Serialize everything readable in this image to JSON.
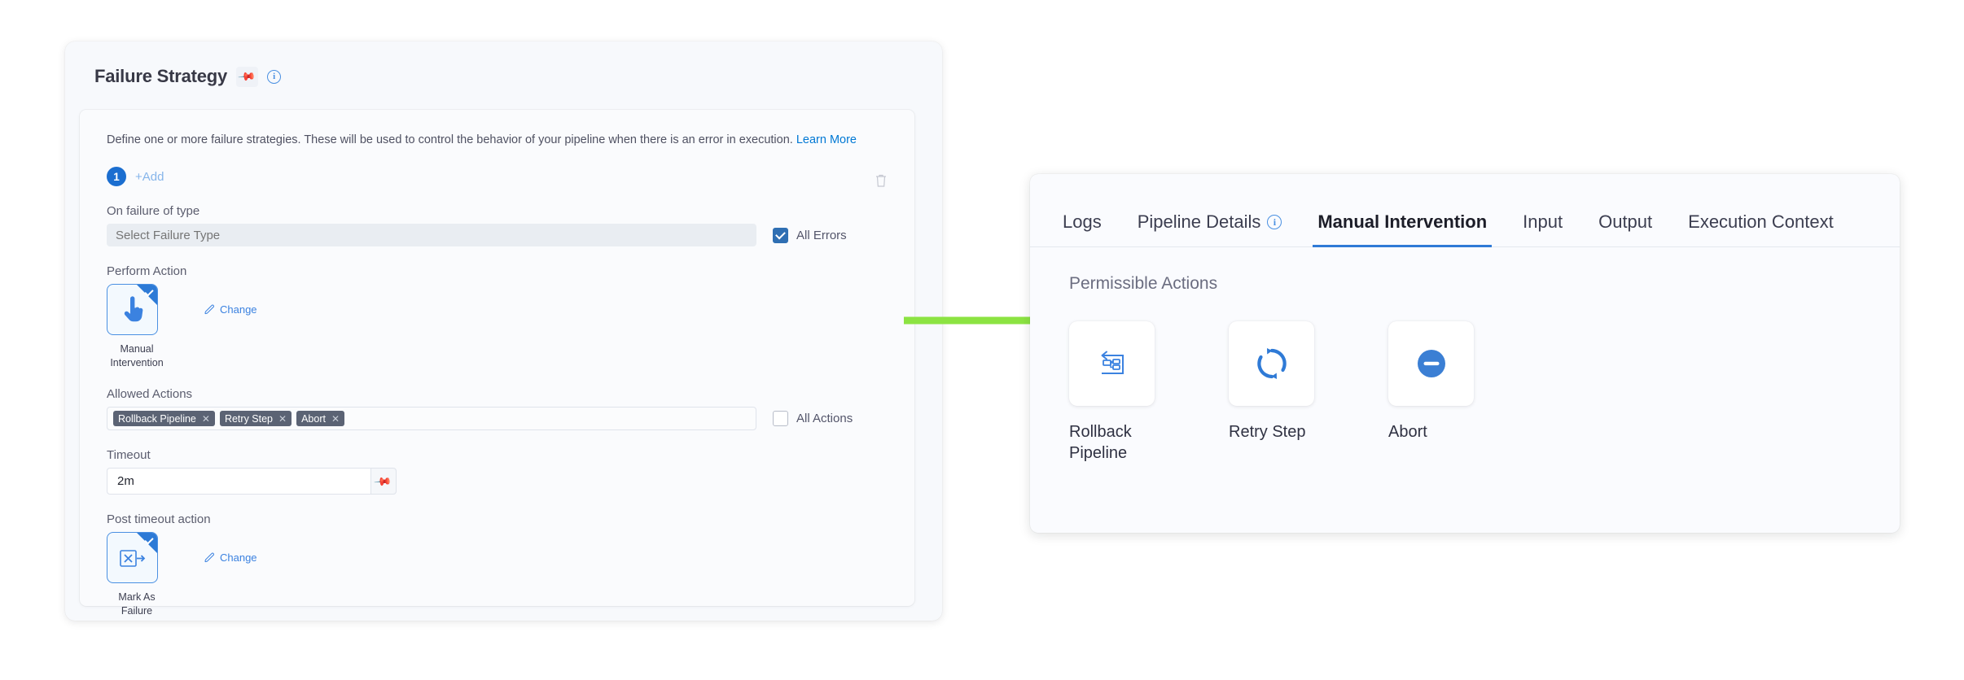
{
  "left_panel": {
    "title": "Failure Strategy",
    "pin_icon": "pin-icon",
    "info_icon": "info-icon",
    "description": "Define one or more failure strategies. These will be used to control the behavior of your pipeline when there is an error in execution.",
    "learn_more": "Learn More",
    "strategy_index": "1",
    "add_label": "+Add",
    "delete_icon": "trash-icon",
    "on_failure_label": "On failure of type",
    "failure_type_placeholder": "Select Failure Type",
    "failure_type_value": "",
    "all_errors_label": "All Errors",
    "all_errors_checked": true,
    "perform_action_label": "Perform Action",
    "perform_action_tile": {
      "icon": "pointing-hand-icon",
      "caption": "Manual Intervention",
      "selected": true
    },
    "change_label": "Change",
    "allowed_actions_label": "Allowed Actions",
    "allowed_action_chips": [
      "Rollback Pipeline",
      "Retry Step",
      "Abort"
    ],
    "all_actions_label": "All Actions",
    "all_actions_checked": false,
    "timeout_label": "Timeout",
    "timeout_value": "2m",
    "timeout_pin_icon": "pin-icon",
    "post_timeout_label": "Post timeout action",
    "post_timeout_tile": {
      "icon": "mark-as-failure-icon",
      "caption": "Mark As Failure",
      "selected": true
    },
    "post_timeout_change_label": "Change"
  },
  "right_panel": {
    "tabs": [
      {
        "label": "Logs",
        "active": false,
        "has_info": false
      },
      {
        "label": "Pipeline Details",
        "active": false,
        "has_info": true
      },
      {
        "label": "Manual Intervention",
        "active": true,
        "has_info": false
      },
      {
        "label": "Input",
        "active": false,
        "has_info": false
      },
      {
        "label": "Output",
        "active": false,
        "has_info": false
      },
      {
        "label": "Execution Context",
        "active": false,
        "has_info": false
      }
    ],
    "section_title": "Permissible Actions",
    "actions": [
      {
        "label": "Rollback Pipeline",
        "icon": "rollback-pipeline-icon"
      },
      {
        "label": "Retry Step",
        "icon": "retry-refresh-icon"
      },
      {
        "label": "Abort",
        "icon": "abort-minus-circle-icon"
      }
    ]
  },
  "annotation": {
    "arrow_color": "#8ce342",
    "arrow_direction": "right"
  },
  "colors": {
    "accent_blue": "#2f7ad6",
    "link_blue": "#0078d4",
    "chip_gray": "#5b6374",
    "panel_bg": "#f7f9fc",
    "arrow_green": "#8ce342"
  }
}
